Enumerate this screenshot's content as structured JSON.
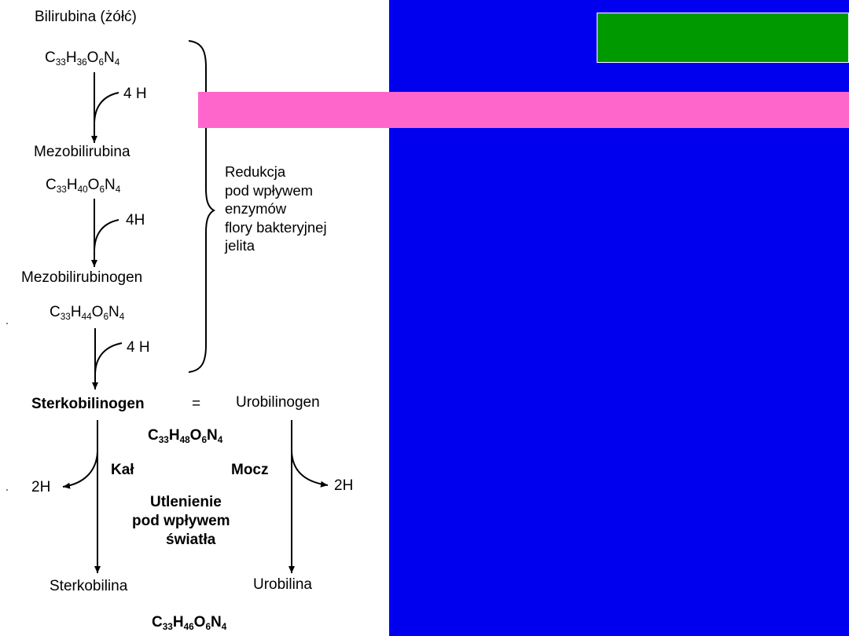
{
  "colors": {
    "background": "#ffffff",
    "panel": "#0000ee",
    "green_box": "#009a00",
    "pink_bar": "#ff66cc",
    "ink": "#000000"
  },
  "compounds": {
    "bilirubina": {
      "name": "Bilirubina  (żółć)",
      "formula": [
        {
          "el": "C",
          "n": "33"
        },
        {
          "el": "H",
          "n": "36"
        },
        {
          "el": "O",
          "n": "6"
        },
        {
          "el": "N",
          "n": "4"
        }
      ]
    },
    "mezobilirubina": {
      "name": "Mezobilirubina",
      "formula": [
        {
          "el": "C",
          "n": "33"
        },
        {
          "el": "H",
          "n": "40"
        },
        {
          "el": "O",
          "n": "6"
        },
        {
          "el": "N",
          "n": "4"
        }
      ]
    },
    "mezobilirubinogen": {
      "name": "Mezobilirubinogen",
      "formula": [
        {
          "el": "C",
          "n": "33"
        },
        {
          "el": "H",
          "n": "44"
        },
        {
          "el": "O",
          "n": "6"
        },
        {
          "el": "N",
          "n": "4"
        }
      ]
    },
    "sterkobilinogen": {
      "name": "Sterkobilinogen"
    },
    "equals": "=",
    "urobilinogen": {
      "name": "Urobilinogen",
      "formula": [
        {
          "el": "C",
          "n": "33"
        },
        {
          "el": "H",
          "n": "48"
        },
        {
          "el": "O",
          "n": "6"
        },
        {
          "el": "N",
          "n": "4"
        }
      ]
    },
    "sterkobilina": {
      "name": "Sterkobilina",
      "formula": [
        {
          "el": "C",
          "n": "33"
        },
        {
          "el": "H",
          "n": "46"
        },
        {
          "el": "O",
          "n": "6"
        },
        {
          "el": "N",
          "n": "4"
        }
      ]
    },
    "urobilina": {
      "name": "Urobilina"
    }
  },
  "reductions": {
    "step1": "4 H",
    "step2": "4H",
    "step3": "4 H"
  },
  "oxidations": {
    "left": "2H",
    "right": "2H"
  },
  "routes": {
    "left": "Kał",
    "right": "Mocz"
  },
  "reduction_note": [
    "Redukcja",
    "pod wpływem",
    "enzymów",
    "flory bakteryjnej",
    "jelita"
  ],
  "oxidation_note": [
    "Utlenienie",
    "pod wpływem",
    "światła"
  ]
}
